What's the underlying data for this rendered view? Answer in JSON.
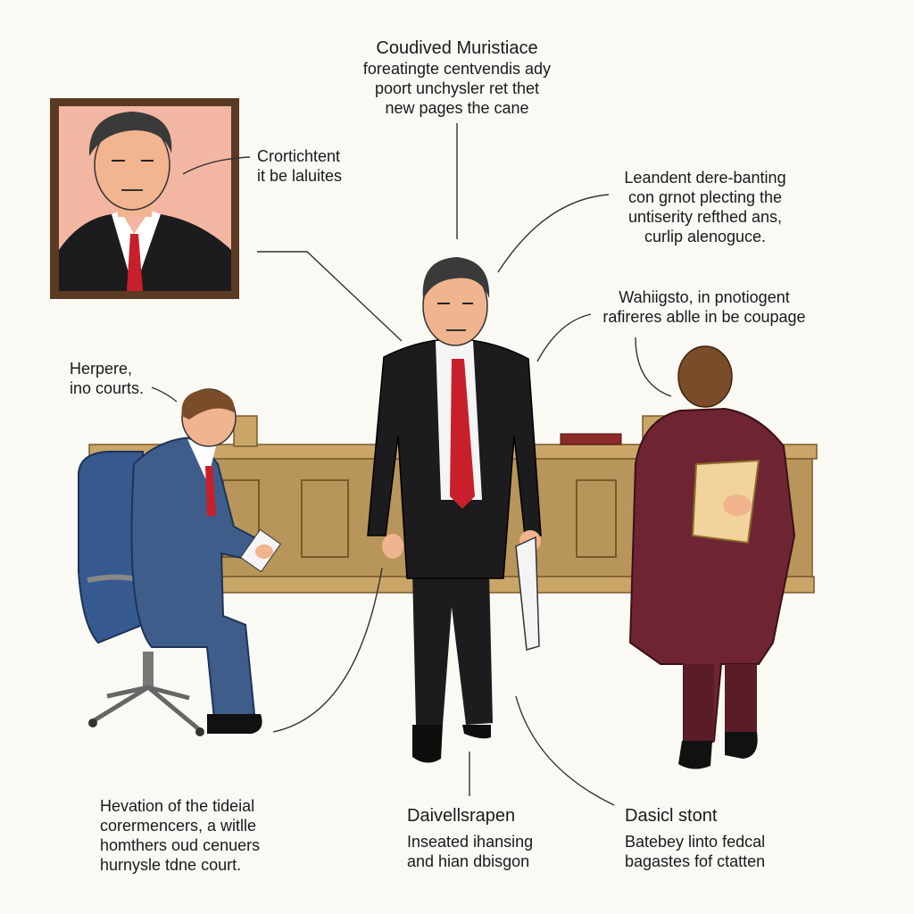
{
  "top_caption": {
    "title": "Coudived Muristiace",
    "lines": [
      "foreatingte centvendis ady",
      "poort unchysler ret thet",
      "new pages the cane"
    ]
  },
  "portrait_caption": [
    "Crortichtent",
    "it be laluites"
  ],
  "upper_right_caption": [
    "Leandent dere-banting",
    "con grnot plecting the",
    "untiserity refthed ans,",
    "curlip alenoguce."
  ],
  "mid_right_caption": [
    "Wahiigsto, in pnotiogent",
    "rafireres ablle in be coupage"
  ],
  "left_caption": [
    "Herpere,",
    "ino courts."
  ],
  "bottom_left_caption": [
    "Hevation of the tideial",
    "corermencers, a witlle",
    "homthers oud cenuers",
    "hurnysle tdne court."
  ],
  "bottom_center_caption": {
    "title": "Daivellsrapen",
    "lines": [
      "Inseated ihansing",
      "and hian dbisgon"
    ]
  },
  "bottom_right_caption": {
    "title": "Dasicl stont",
    "lines": [
      "Batebey linto fedcal",
      "bagastes fof ctatten"
    ]
  },
  "colors": {
    "background": "#fbf9f4",
    "portrait_bg": "#f3b6a2",
    "frame": "#5a3a22",
    "suit_black": "#1c1c1e",
    "tie_red": "#c8202a",
    "suit_blue": "#3f5d8a",
    "coat_maroon": "#6e2433",
    "bench_wood": "#b8955a",
    "folder": "#f1d39b"
  }
}
